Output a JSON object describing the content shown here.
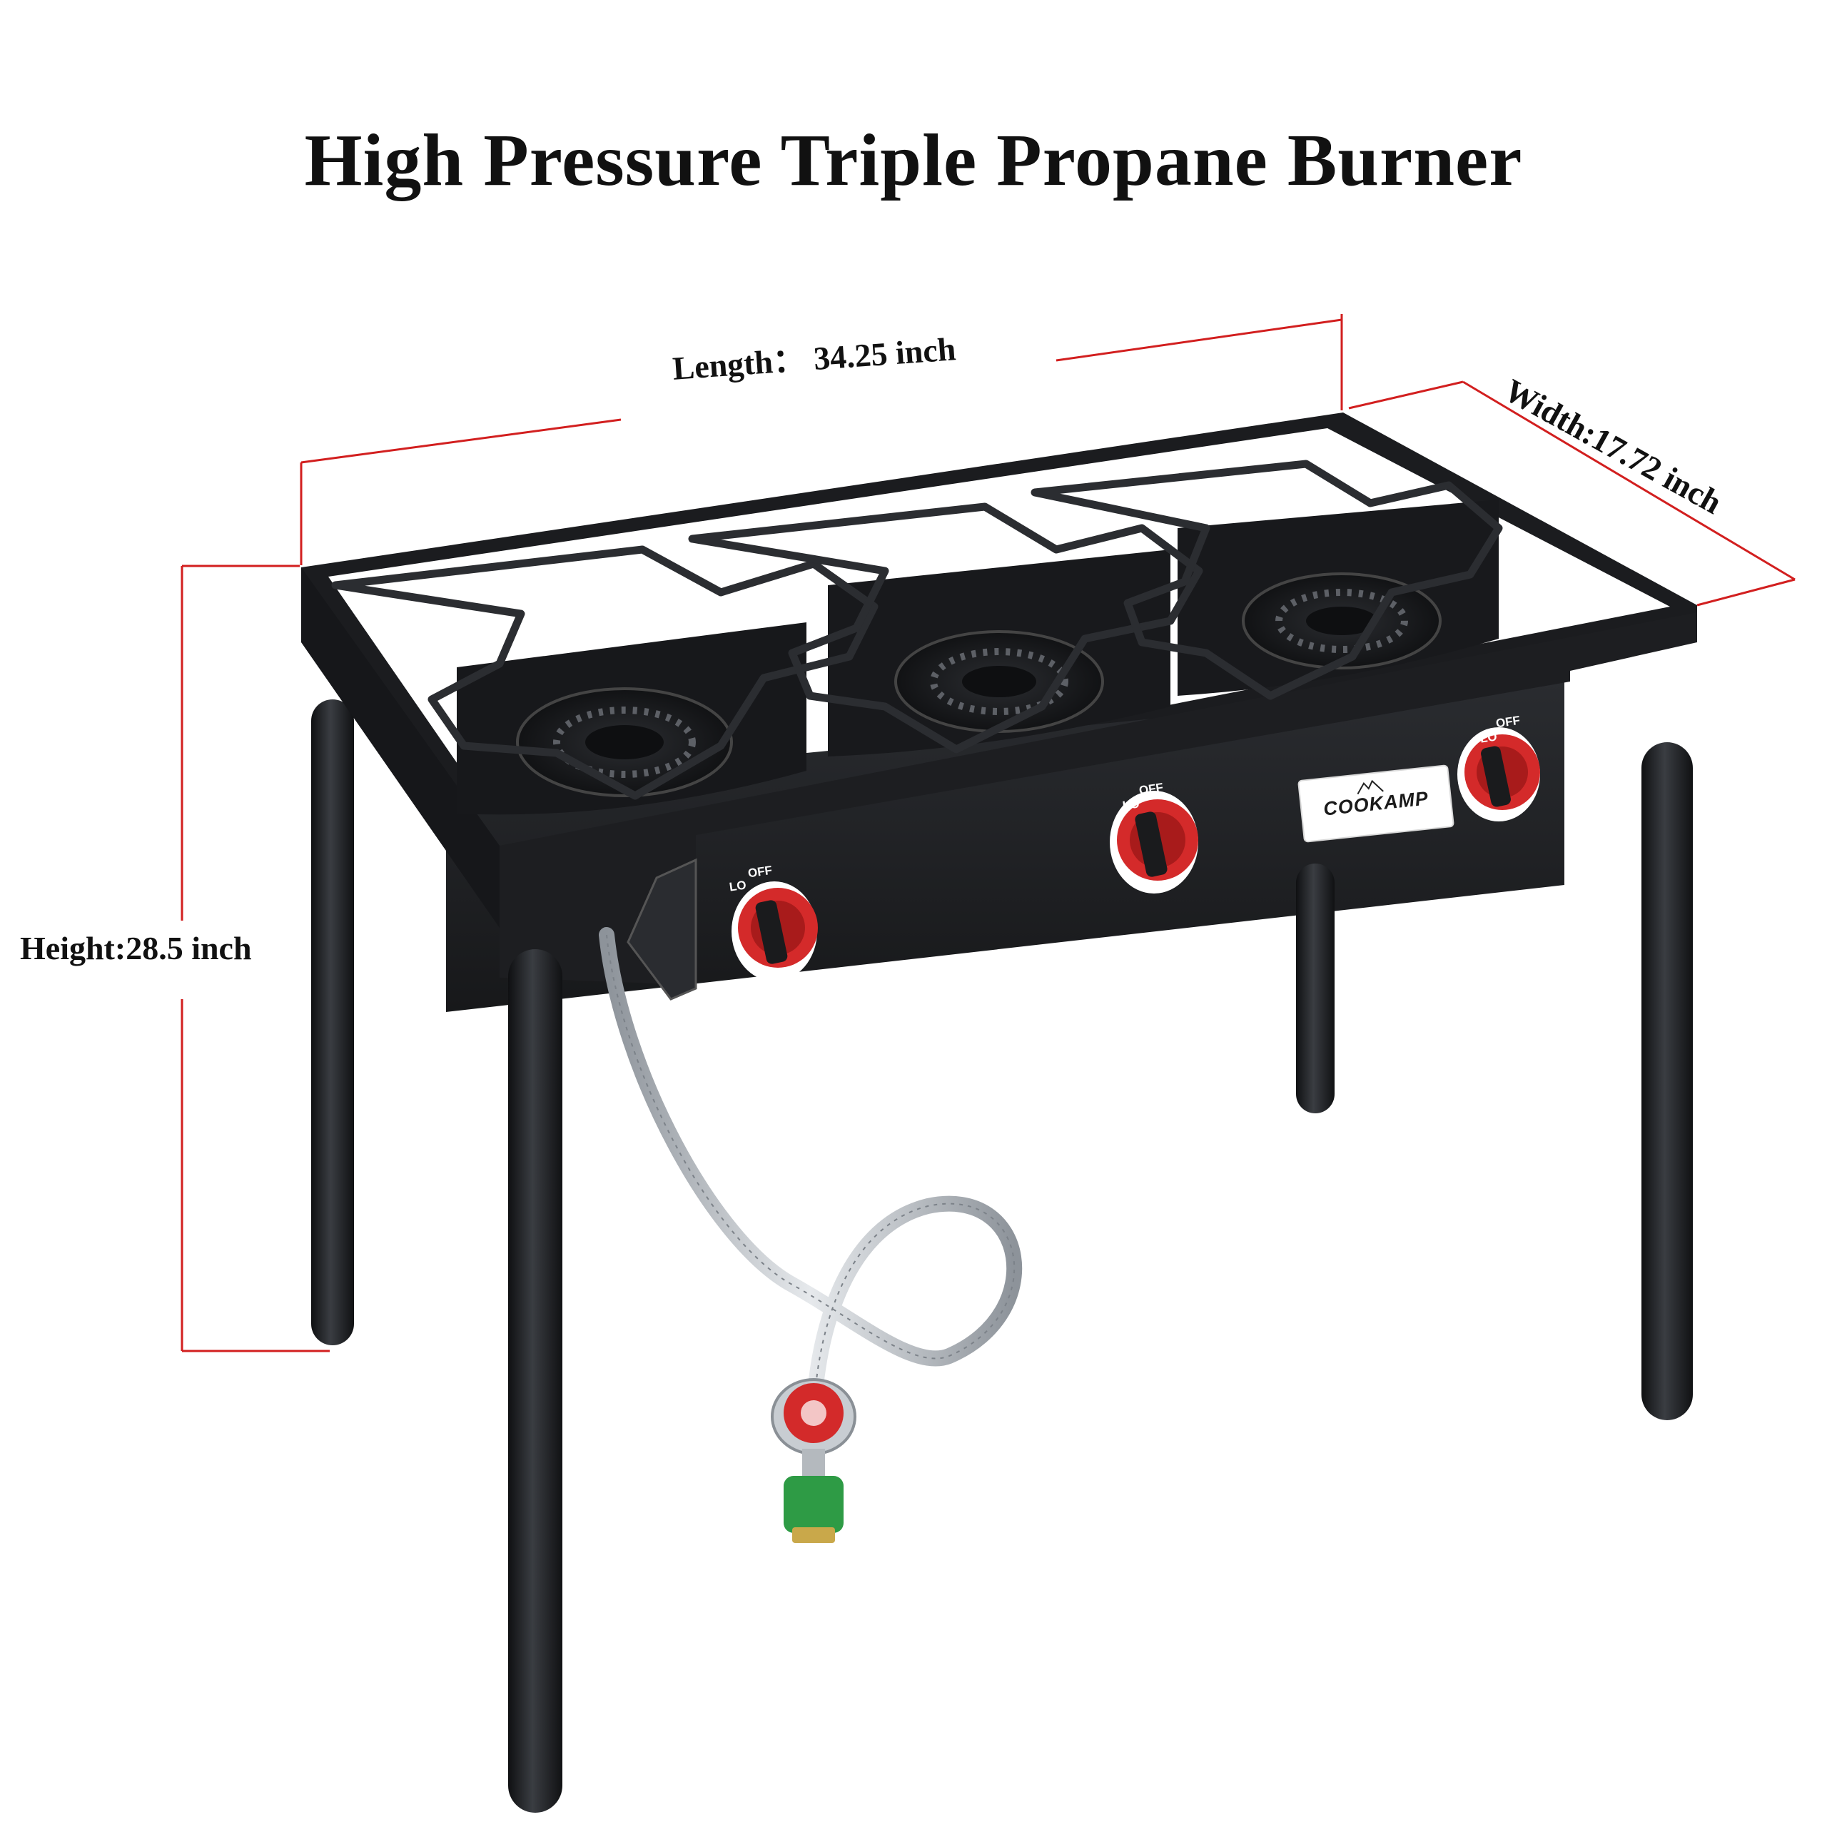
{
  "title": "High Pressure Triple Propane Burner",
  "dimensions": {
    "length": "Length： 34.25 inch",
    "width": "Width:17.72 inch",
    "height": "Height:28.5 inch"
  },
  "product": {
    "brand": "COOKAMP",
    "burner_count": 3,
    "knob_labels": {
      "lo": "LO",
      "off": "OFF"
    }
  },
  "colors": {
    "dimension_line": "#d21f1f",
    "stove_body": "#1f2124",
    "knob_red": "#d42a2a",
    "hose": "#b9bec4",
    "connector_green": "#2e9b45"
  },
  "icons": [
    "mountain-logo-icon",
    "regulator-icon",
    "burner-icon",
    "control-knob-icon"
  ]
}
